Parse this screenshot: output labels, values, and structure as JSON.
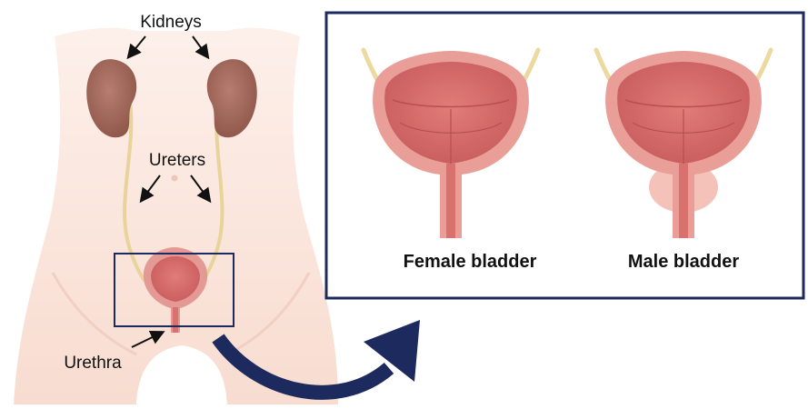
{
  "labels": {
    "kidneys": "Kidneys",
    "ureters": "Ureters",
    "urethra": "Urethra",
    "female_bladder": "Female bladder",
    "male_bladder": "Male bladder"
  },
  "colors": {
    "skin": "#fbe5dc",
    "kidney": "#a66a5e",
    "ureter": "#e8d49a",
    "bladder_outer": "#e49a94",
    "bladder_inner": "#d9716f",
    "frame": "#1c2a5e",
    "arrow": "#1c2a5e"
  }
}
